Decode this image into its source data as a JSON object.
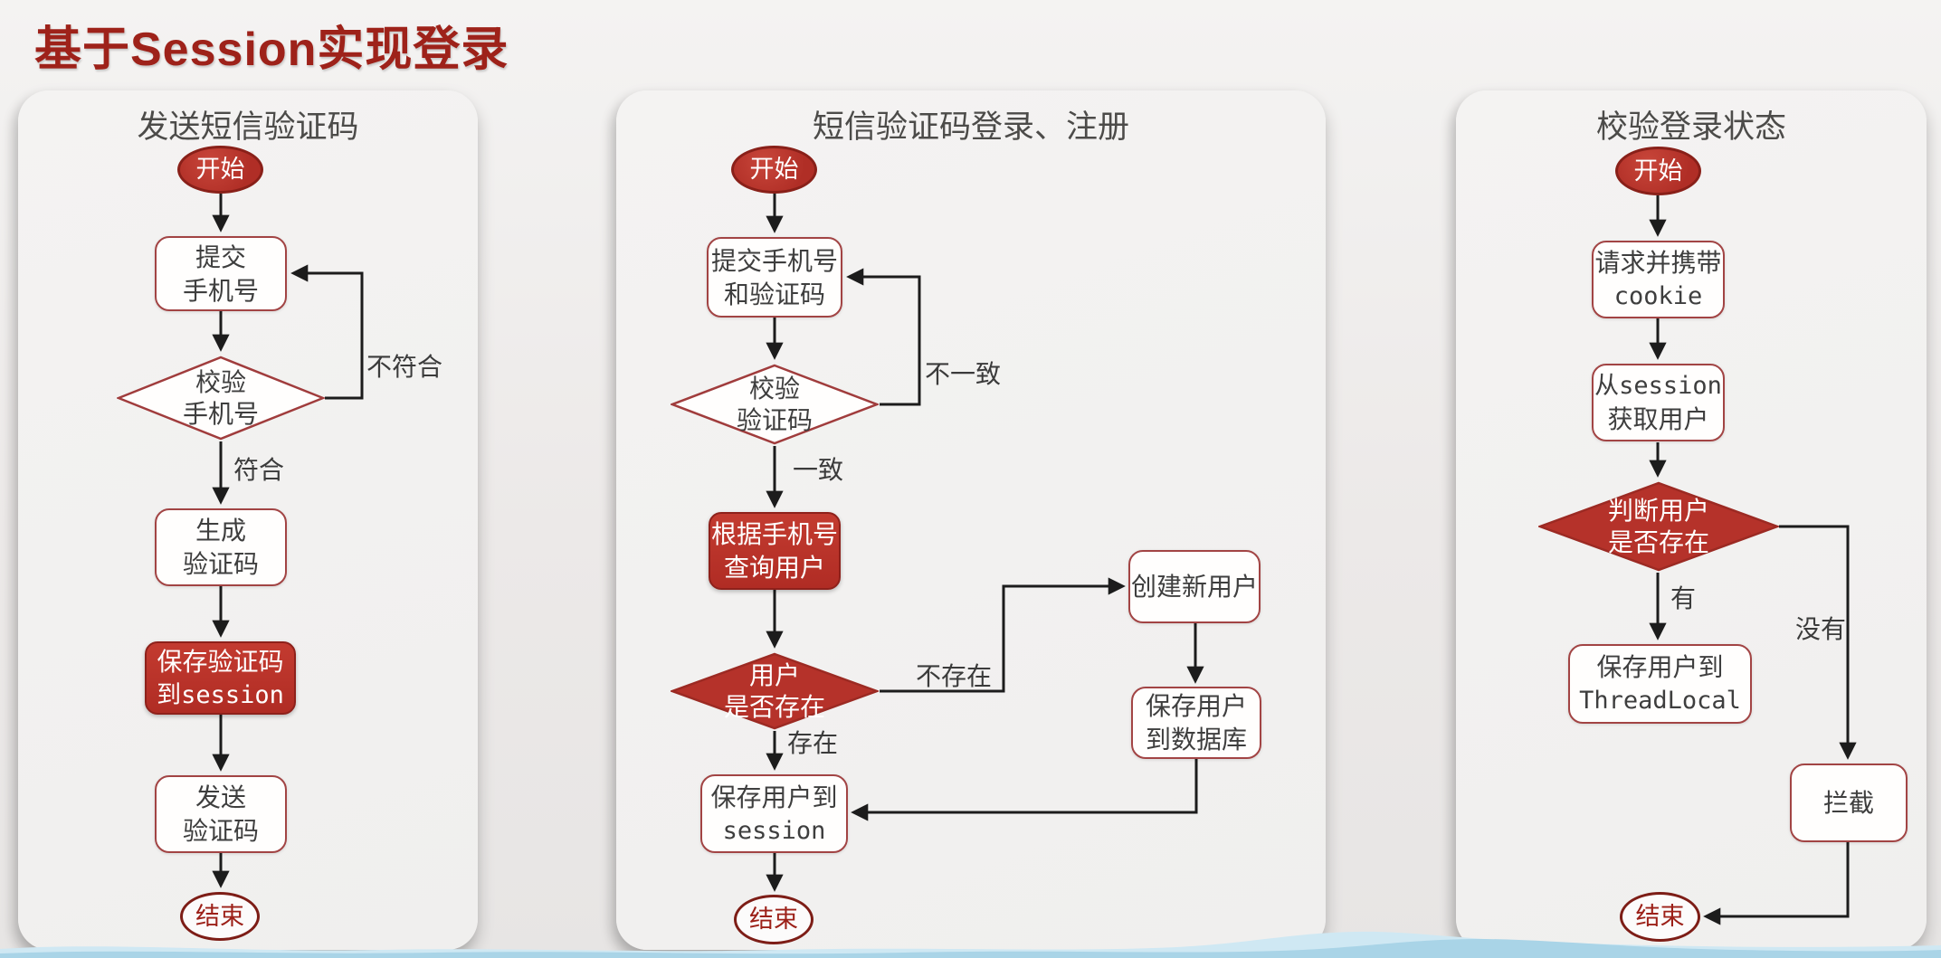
{
  "page": {
    "title": "基于Session实现登录"
  },
  "colors": {
    "title_red": "#9e221a",
    "node_fill_red": "#b5322a",
    "node_border_red": "#a24444",
    "dark_red_border": "#8c231d",
    "text_dark": "#3e3e3e",
    "panel_title_gray": "#4c4b49",
    "arrow_black": "#1c1c1c",
    "wave_blue": "#a9d4e7",
    "panel_bg": "#f1f0ef"
  },
  "panels": [
    {
      "title": "发送短信验证码",
      "nodes": {
        "start": "开始",
        "submit_phone": {
          "line1": "提交",
          "line2": "手机号"
        },
        "check_phone": {
          "line1": "校验",
          "line2": "手机号"
        },
        "gen_code": {
          "line1": "生成",
          "line2": "验证码"
        },
        "save_code": {
          "line1": "保存验证码",
          "line2": "到session"
        },
        "send_code": {
          "line1": "发送",
          "line2": "验证码"
        },
        "end": "结束"
      },
      "labels": {
        "not_match": "不符合",
        "match": "符合"
      }
    },
    {
      "title": "短信验证码登录、注册",
      "nodes": {
        "start": "开始",
        "submit": {
          "line1": "提交手机号",
          "line2": "和验证码"
        },
        "verify_code": {
          "line1": "校验",
          "line2": "验证码"
        },
        "query_user": {
          "line1": "根据手机号",
          "line2": "查询用户"
        },
        "user_exists": {
          "line1": "用户",
          "line2": "是否存在"
        },
        "save_session": {
          "line1": "保存用户到",
          "line2": "session"
        },
        "create_user": "创建新用户",
        "save_db": {
          "line1": "保存用户",
          "line2": "到数据库"
        },
        "end": "结束"
      },
      "labels": {
        "mismatch": "不一致",
        "match": "一致",
        "not_exist": "不存在",
        "exist": "存在"
      }
    },
    {
      "title": "校验登录状态",
      "nodes": {
        "start": "开始",
        "request_cookie": {
          "line1": "请求并携带",
          "line2": "cookie"
        },
        "get_user": {
          "line1": "从session",
          "line2": "获取用户"
        },
        "judge_user": {
          "line1": "判断用户",
          "line2": "是否存在"
        },
        "save_threadlocal": {
          "line1": "保存用户到",
          "line2": "ThreadLocal"
        },
        "intercept": "拦截",
        "end": "结束"
      },
      "labels": {
        "yes": "有",
        "no": "没有"
      }
    }
  ]
}
